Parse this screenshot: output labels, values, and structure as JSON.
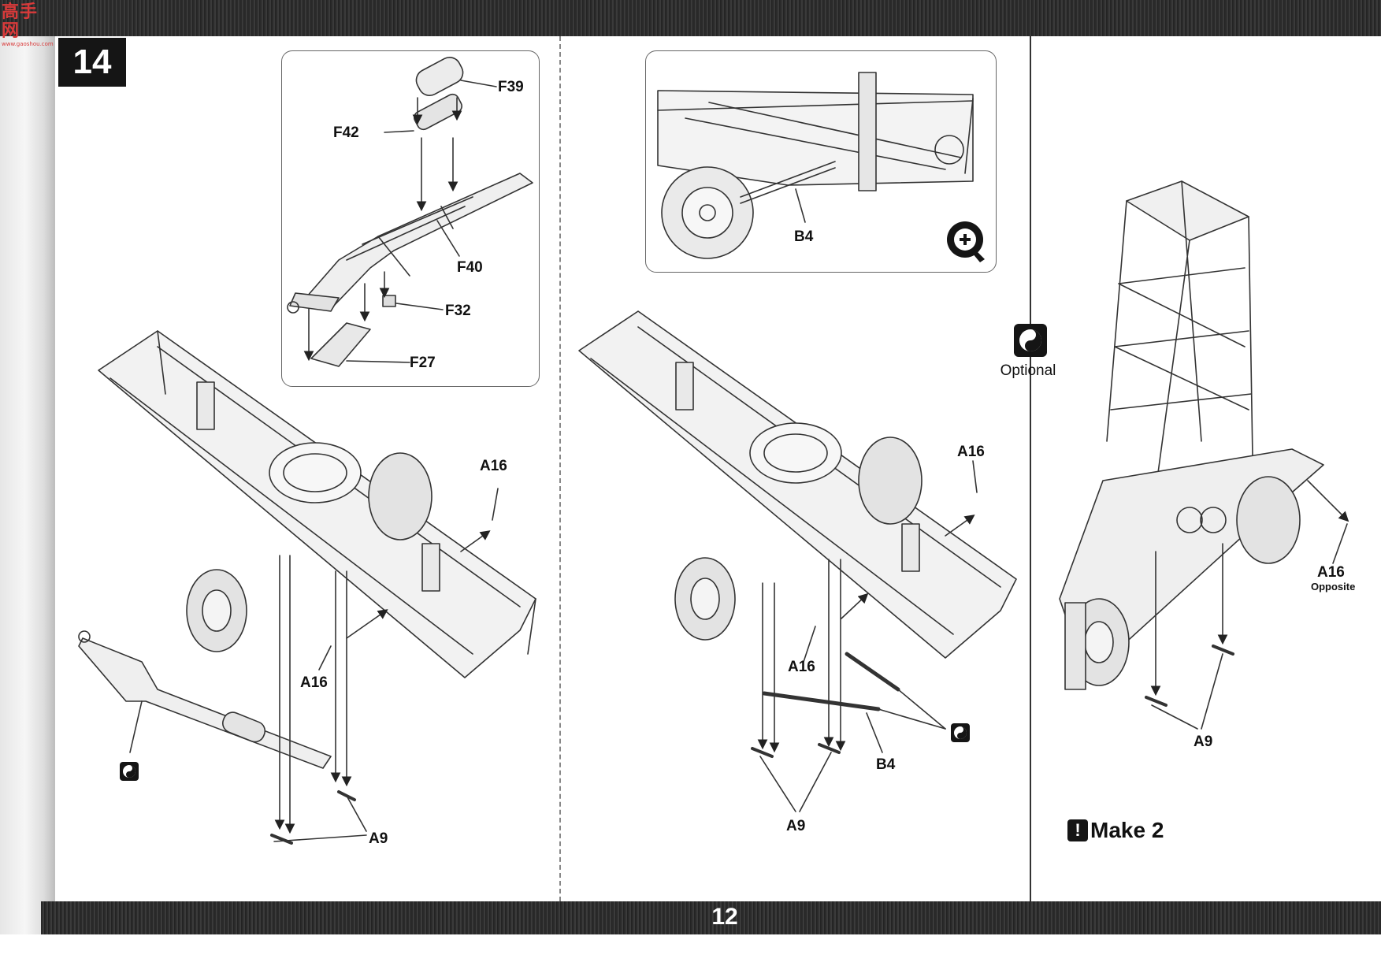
{
  "site_logo": {
    "glyphs": "高手网",
    "url": "www.gaoshou.com"
  },
  "step_number": "14",
  "page_number": "12",
  "optional_label": "Optional",
  "make_note": "Make 2",
  "panel1_parts": {
    "f39": "F39",
    "f42": "F42",
    "f40": "F40",
    "f32": "F32",
    "f27": "F27"
  },
  "panel2_parts": {
    "b4": "B4"
  },
  "left_view_parts": {
    "a16": "A16",
    "a16_lower": "A16",
    "a9": "A9"
  },
  "middle_view_parts": {
    "a16": "A16",
    "a16_lower": "A16",
    "b4": "B4",
    "a9": "A9"
  },
  "right_view_parts": {
    "a16": "A16",
    "a16_note": "Opposite",
    "a9": "A9"
  },
  "icons": [
    "zoom-in-icon",
    "optional-part-icon",
    "warning-icon"
  ]
}
